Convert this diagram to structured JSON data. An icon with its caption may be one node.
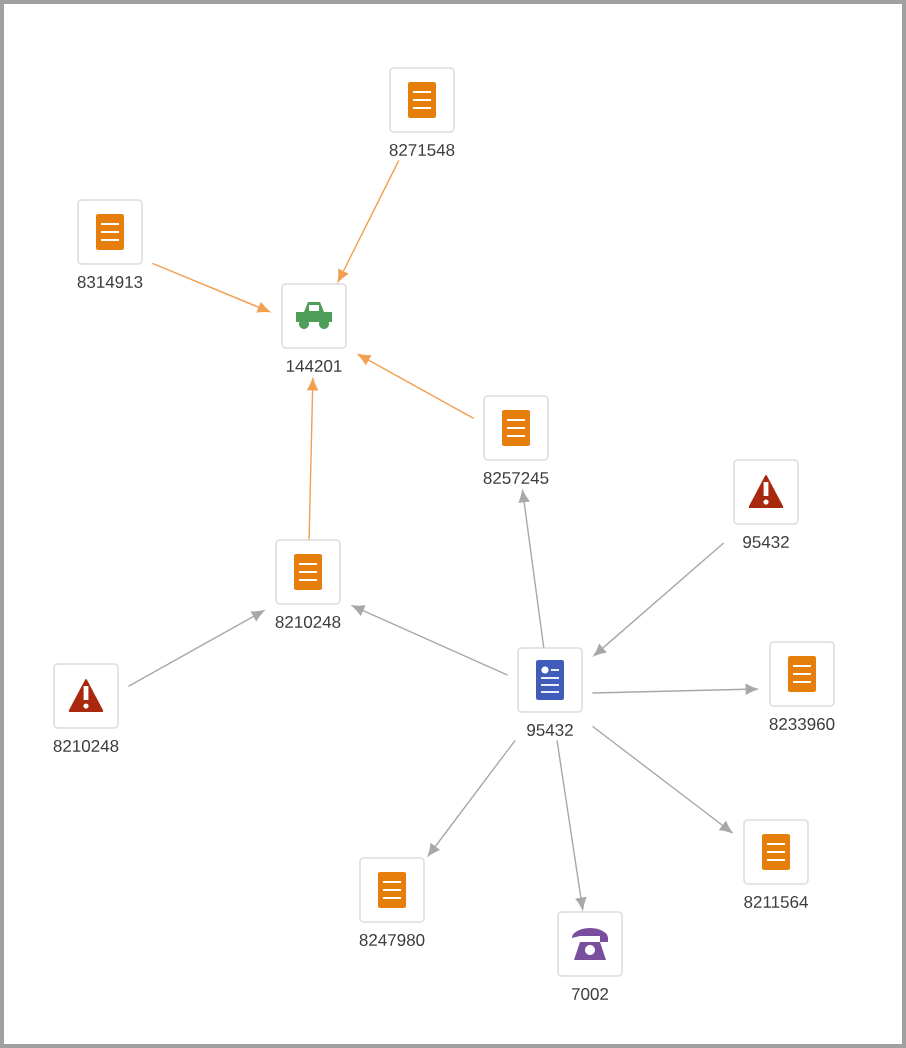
{
  "diagram": {
    "nodes": [
      {
        "text": [
          "8271548"
        ]
      },
      {
        "text": [
          "8314913"
        ]
      },
      {
        "text": [
          "144201"
        ]
      },
      {
        "text": [
          "8257245"
        ]
      },
      {
        "text": [
          "95432"
        ]
      },
      {
        "text": [
          "8210248"
        ]
      },
      {
        "text": [
          "8210248"
        ]
      },
      {
        "text": [
          "95432"
        ]
      },
      {
        "text": [
          "8233960"
        ]
      },
      {
        "text": [
          "8211564"
        ]
      },
      {
        "text": [
          "8247980"
        ]
      },
      {
        "text": [
          "7002"
        ]
      }
    ],
    "edges": [
      {
        "from": 0,
        "to": 2,
        "arrow": "to",
        "color": "#f0a050"
      },
      {
        "from": 1,
        "to": 2,
        "arrow": "to",
        "color": "#f0a050"
      },
      {
        "from": 3,
        "to": 2,
        "arrow": "to",
        "color": "#f0a050"
      },
      {
        "from": 5,
        "to": 2,
        "arrow": "to",
        "color": "#f0a050"
      },
      {
        "from": 7,
        "to": 3,
        "arrow": "to"
      },
      {
        "from": 4,
        "to": 7,
        "arrow": "to"
      },
      {
        "from": 7,
        "to": 5,
        "arrow": "to"
      },
      {
        "from": 6,
        "to": 5,
        "arrow": "to"
      },
      {
        "from": 7,
        "to": 8,
        "arrow": "to"
      },
      {
        "from": 7,
        "to": 9,
        "arrow": "to"
      },
      {
        "from": 7,
        "to": 10,
        "arrow": "to"
      },
      {
        "from": 7,
        "to": 11,
        "arrow": "to"
      }
    ]
  }
}
